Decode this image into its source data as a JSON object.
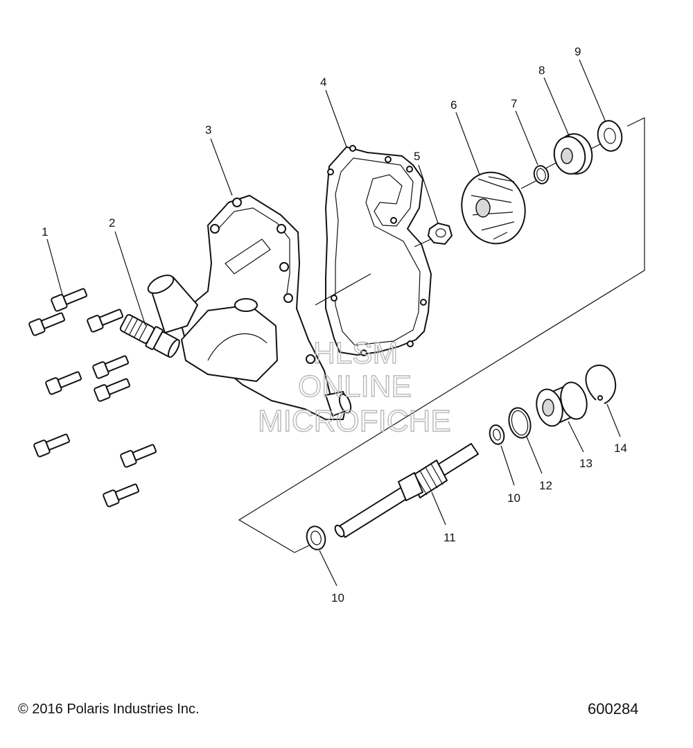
{
  "callouts": [
    "1",
    "2",
    "3",
    "4",
    "5",
    "6",
    "7",
    "8",
    "9",
    "10",
    "10",
    "11",
    "12",
    "13",
    "14"
  ],
  "watermark": {
    "line1": "HLSM",
    "line2": "ONLINE",
    "line3": "MICROFICHE"
  },
  "footer": {
    "copyright": "© 2016 Polaris Industries Inc.",
    "figure_number": "600284"
  }
}
